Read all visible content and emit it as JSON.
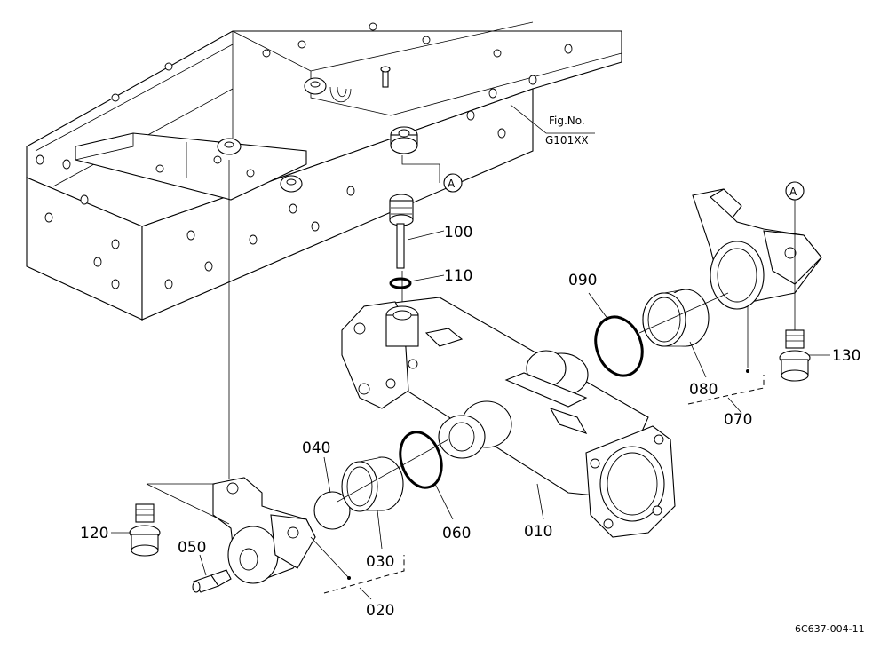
{
  "figure_ref": {
    "line1": "Fig.No.",
    "line2": "G101XX"
  },
  "marker_a": "A",
  "labels": {
    "p010": "010",
    "p020": "020",
    "p030": "030",
    "p040": "040",
    "p050": "050",
    "p060": "060",
    "p070": "070",
    "p080": "080",
    "p090": "090",
    "p100": "100",
    "p110": "110",
    "p120": "120",
    "p130": "130"
  },
  "doc_code": "6C637-004-11"
}
